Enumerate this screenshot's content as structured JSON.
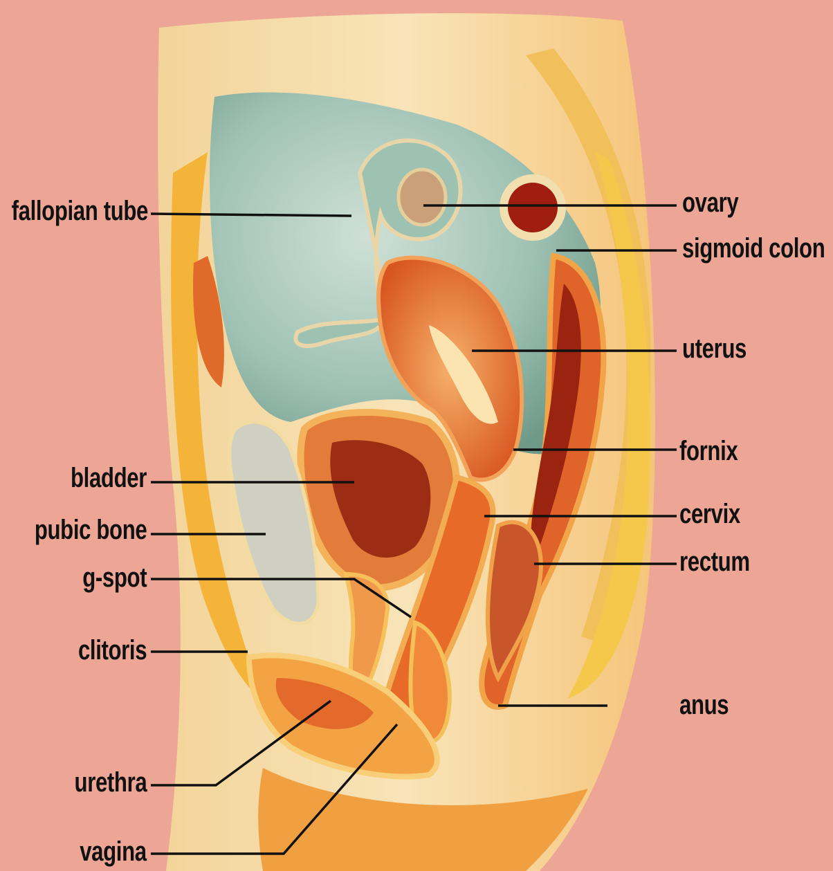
{
  "colors": {
    "background": "#eda696",
    "skin": "#f7c98a",
    "fat_yellow": "#f6c23a",
    "peritoneum_green": "#8fb4a7",
    "uterus": "#e8702e",
    "bladder_inner": "#9c2c14",
    "bone": "#c9c8b9",
    "leader_line": "#111111"
  },
  "labels": {
    "fallopian_tube": "fallopian tube",
    "bladder": "bladder",
    "pubic_bone": "pubic bone",
    "g_spot": "g-spot",
    "clitoris": "clitoris",
    "urethra": "urethra",
    "vagina": "vagina",
    "ovary": "ovary",
    "sigmoid_colon": "sigmoid colon",
    "uterus": "uterus",
    "fornix": "fornix",
    "cervix": "cervix",
    "rectum": "rectum",
    "anus": "anus"
  }
}
